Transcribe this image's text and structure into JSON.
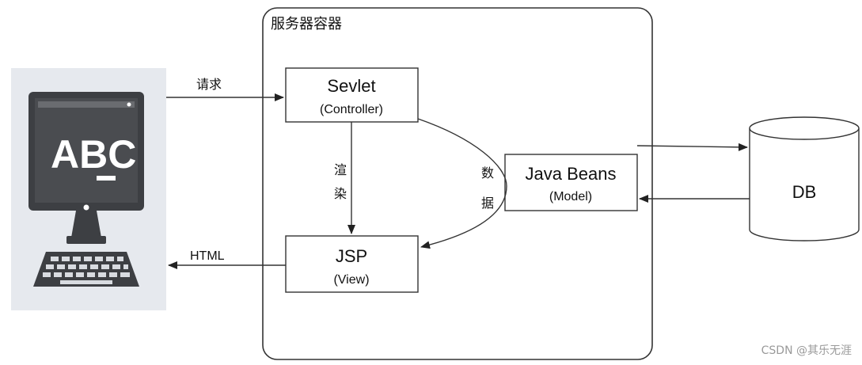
{
  "server_container": {
    "title": "服务器容器"
  },
  "nodes": {
    "servlet": {
      "title": "Sevlet",
      "subtitle": "(Controller)"
    },
    "jsp": {
      "title": "JSP",
      "subtitle": "(View)"
    },
    "javabeans": {
      "title": "Java Beans",
      "subtitle": "(Model)"
    },
    "db": {
      "label": "DB"
    }
  },
  "edges": {
    "request": "请求",
    "render_char_1": "渲",
    "render_char_2": "染",
    "data_char_1": "数",
    "data_char_2": "据",
    "html": "HTML"
  },
  "client": {
    "icon": "computer-icon",
    "screen_text": "ABC"
  },
  "watermark": "CSDN @其乐无涯",
  "colors": {
    "stroke": "#333333",
    "client_panel": "#e6e9ee",
    "computer_body": "#3d3f43",
    "computer_screen": "#4a4c50"
  }
}
